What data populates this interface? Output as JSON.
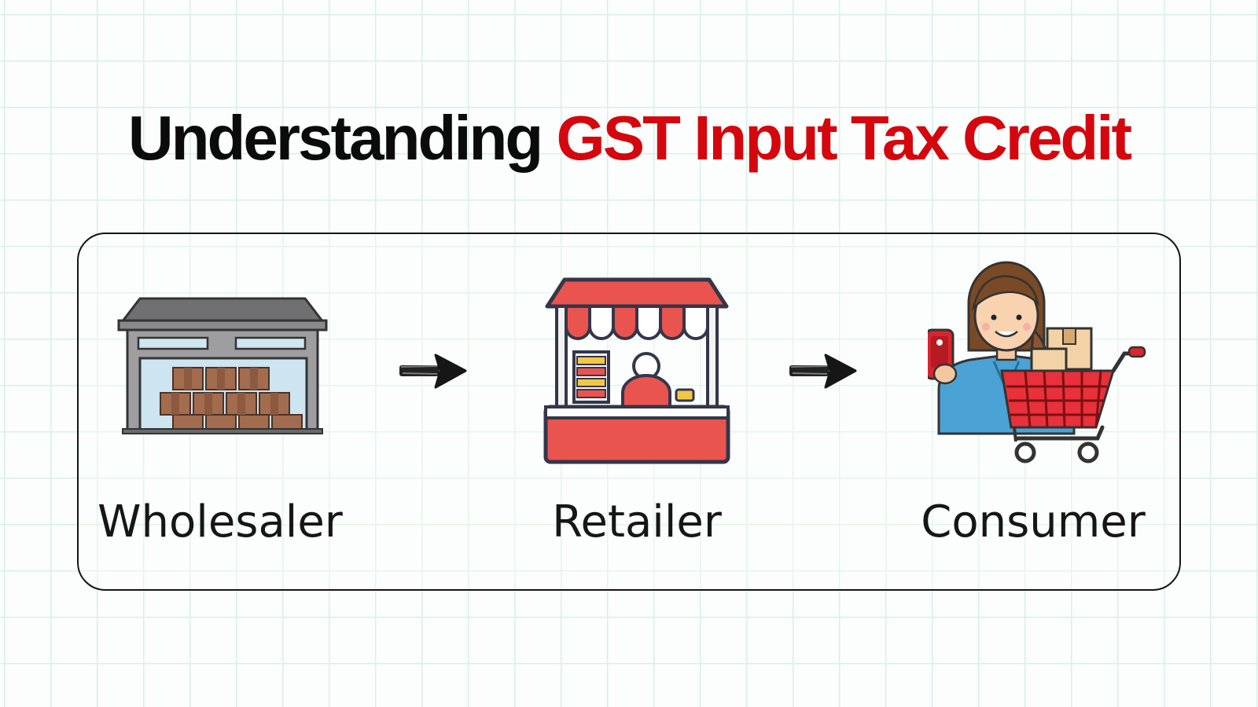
{
  "title": {
    "lead": "Understanding",
    "highlight": "GST Input Tax Credit"
  },
  "colors": {
    "title_accent": "#d4070e",
    "text": "#161616",
    "grid": "#d9efe7",
    "shop_red": "#e9544f",
    "box_brown": "#a36c4e"
  },
  "flow": {
    "nodes": [
      {
        "label": "Wholesaler",
        "icon": "warehouse-icon"
      },
      {
        "label": "Retailer",
        "icon": "market-stall-icon"
      },
      {
        "label": "Consumer",
        "icon": "shopper-with-cart-icon"
      }
    ],
    "connectors": [
      {
        "from": "Wholesaler",
        "to": "Retailer",
        "icon": "arrow-right-icon"
      },
      {
        "from": "Retailer",
        "to": "Consumer",
        "icon": "arrow-right-icon"
      }
    ]
  }
}
